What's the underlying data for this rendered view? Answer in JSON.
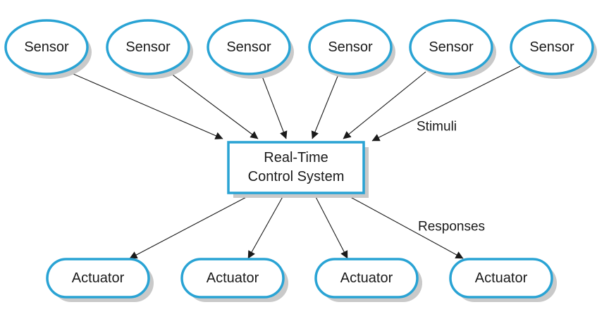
{
  "colors": {
    "node_border": "#29a3d4",
    "edge": "#1a1a1a",
    "shadow": "#c9c9c9"
  },
  "sensors": [
    {
      "label": "Sensor"
    },
    {
      "label": "Sensor"
    },
    {
      "label": "Sensor"
    },
    {
      "label": "Sensor"
    },
    {
      "label": "Sensor"
    },
    {
      "label": "Sensor"
    }
  ],
  "controller": {
    "line1": "Real-Time",
    "line2": "Control System"
  },
  "actuators": [
    {
      "label": "Actuator"
    },
    {
      "label": "Actuator"
    },
    {
      "label": "Actuator"
    },
    {
      "label": "Actuator"
    }
  ],
  "annotations": {
    "stimuli": "Stimuli",
    "responses": "Responses"
  }
}
